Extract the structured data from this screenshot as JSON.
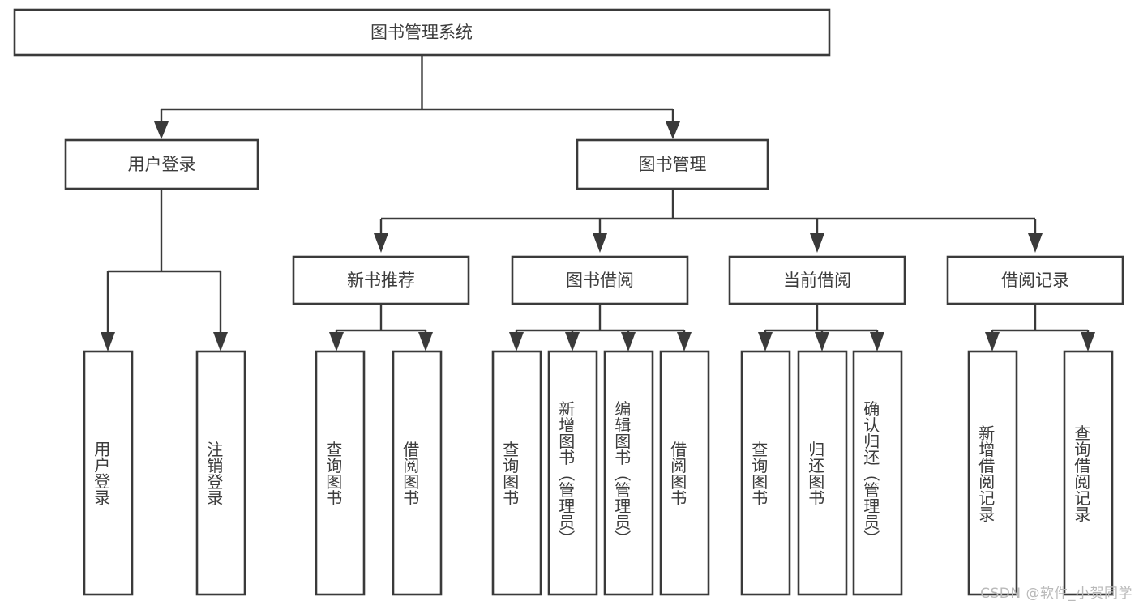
{
  "diagram": {
    "type": "tree-hierarchy",
    "title": "图书管理系统",
    "watermark": "CSDN @软件_小贺同学",
    "colors": {
      "background": "#ffffff",
      "stroke": "#3a3a3a",
      "text": "#3c3c3c",
      "watermark": "#b9b9b9"
    },
    "root": {
      "label": "图书管理系统",
      "orientation": "horizontal"
    },
    "level2": [
      {
        "label": "用户登录",
        "orientation": "horizontal"
      },
      {
        "label": "图书管理",
        "orientation": "horizontal"
      }
    ],
    "level3": [
      {
        "label": "新书推荐",
        "orientation": "horizontal"
      },
      {
        "label": "图书借阅",
        "orientation": "horizontal"
      },
      {
        "label": "当前借阅",
        "orientation": "horizontal"
      },
      {
        "label": "借阅记录",
        "orientation": "horizontal"
      }
    ],
    "leaves": {
      "user_login": [
        {
          "label": "用户登录",
          "orientation": "vertical"
        },
        {
          "label": "注销登录",
          "orientation": "vertical"
        }
      ],
      "new_book_recommend": [
        {
          "label": "查询图书",
          "orientation": "vertical"
        },
        {
          "label": "借阅图书",
          "orientation": "vertical"
        }
      ],
      "book_borrow": [
        {
          "label": "查询图书",
          "orientation": "vertical"
        },
        {
          "label": "新增图书（管理员）",
          "orientation": "vertical"
        },
        {
          "label": "编辑图书（管理员）",
          "orientation": "vertical"
        },
        {
          "label": "借阅图书",
          "orientation": "vertical"
        }
      ],
      "current_borrow": [
        {
          "label": "查询图书",
          "orientation": "vertical"
        },
        {
          "label": "归还图书",
          "orientation": "vertical"
        },
        {
          "label": "确认归还（管理员）",
          "orientation": "vertical"
        }
      ],
      "borrow_record": [
        {
          "label": "新增借阅记录",
          "orientation": "vertical"
        },
        {
          "label": "查询借阅记录",
          "orientation": "vertical"
        }
      ]
    }
  }
}
